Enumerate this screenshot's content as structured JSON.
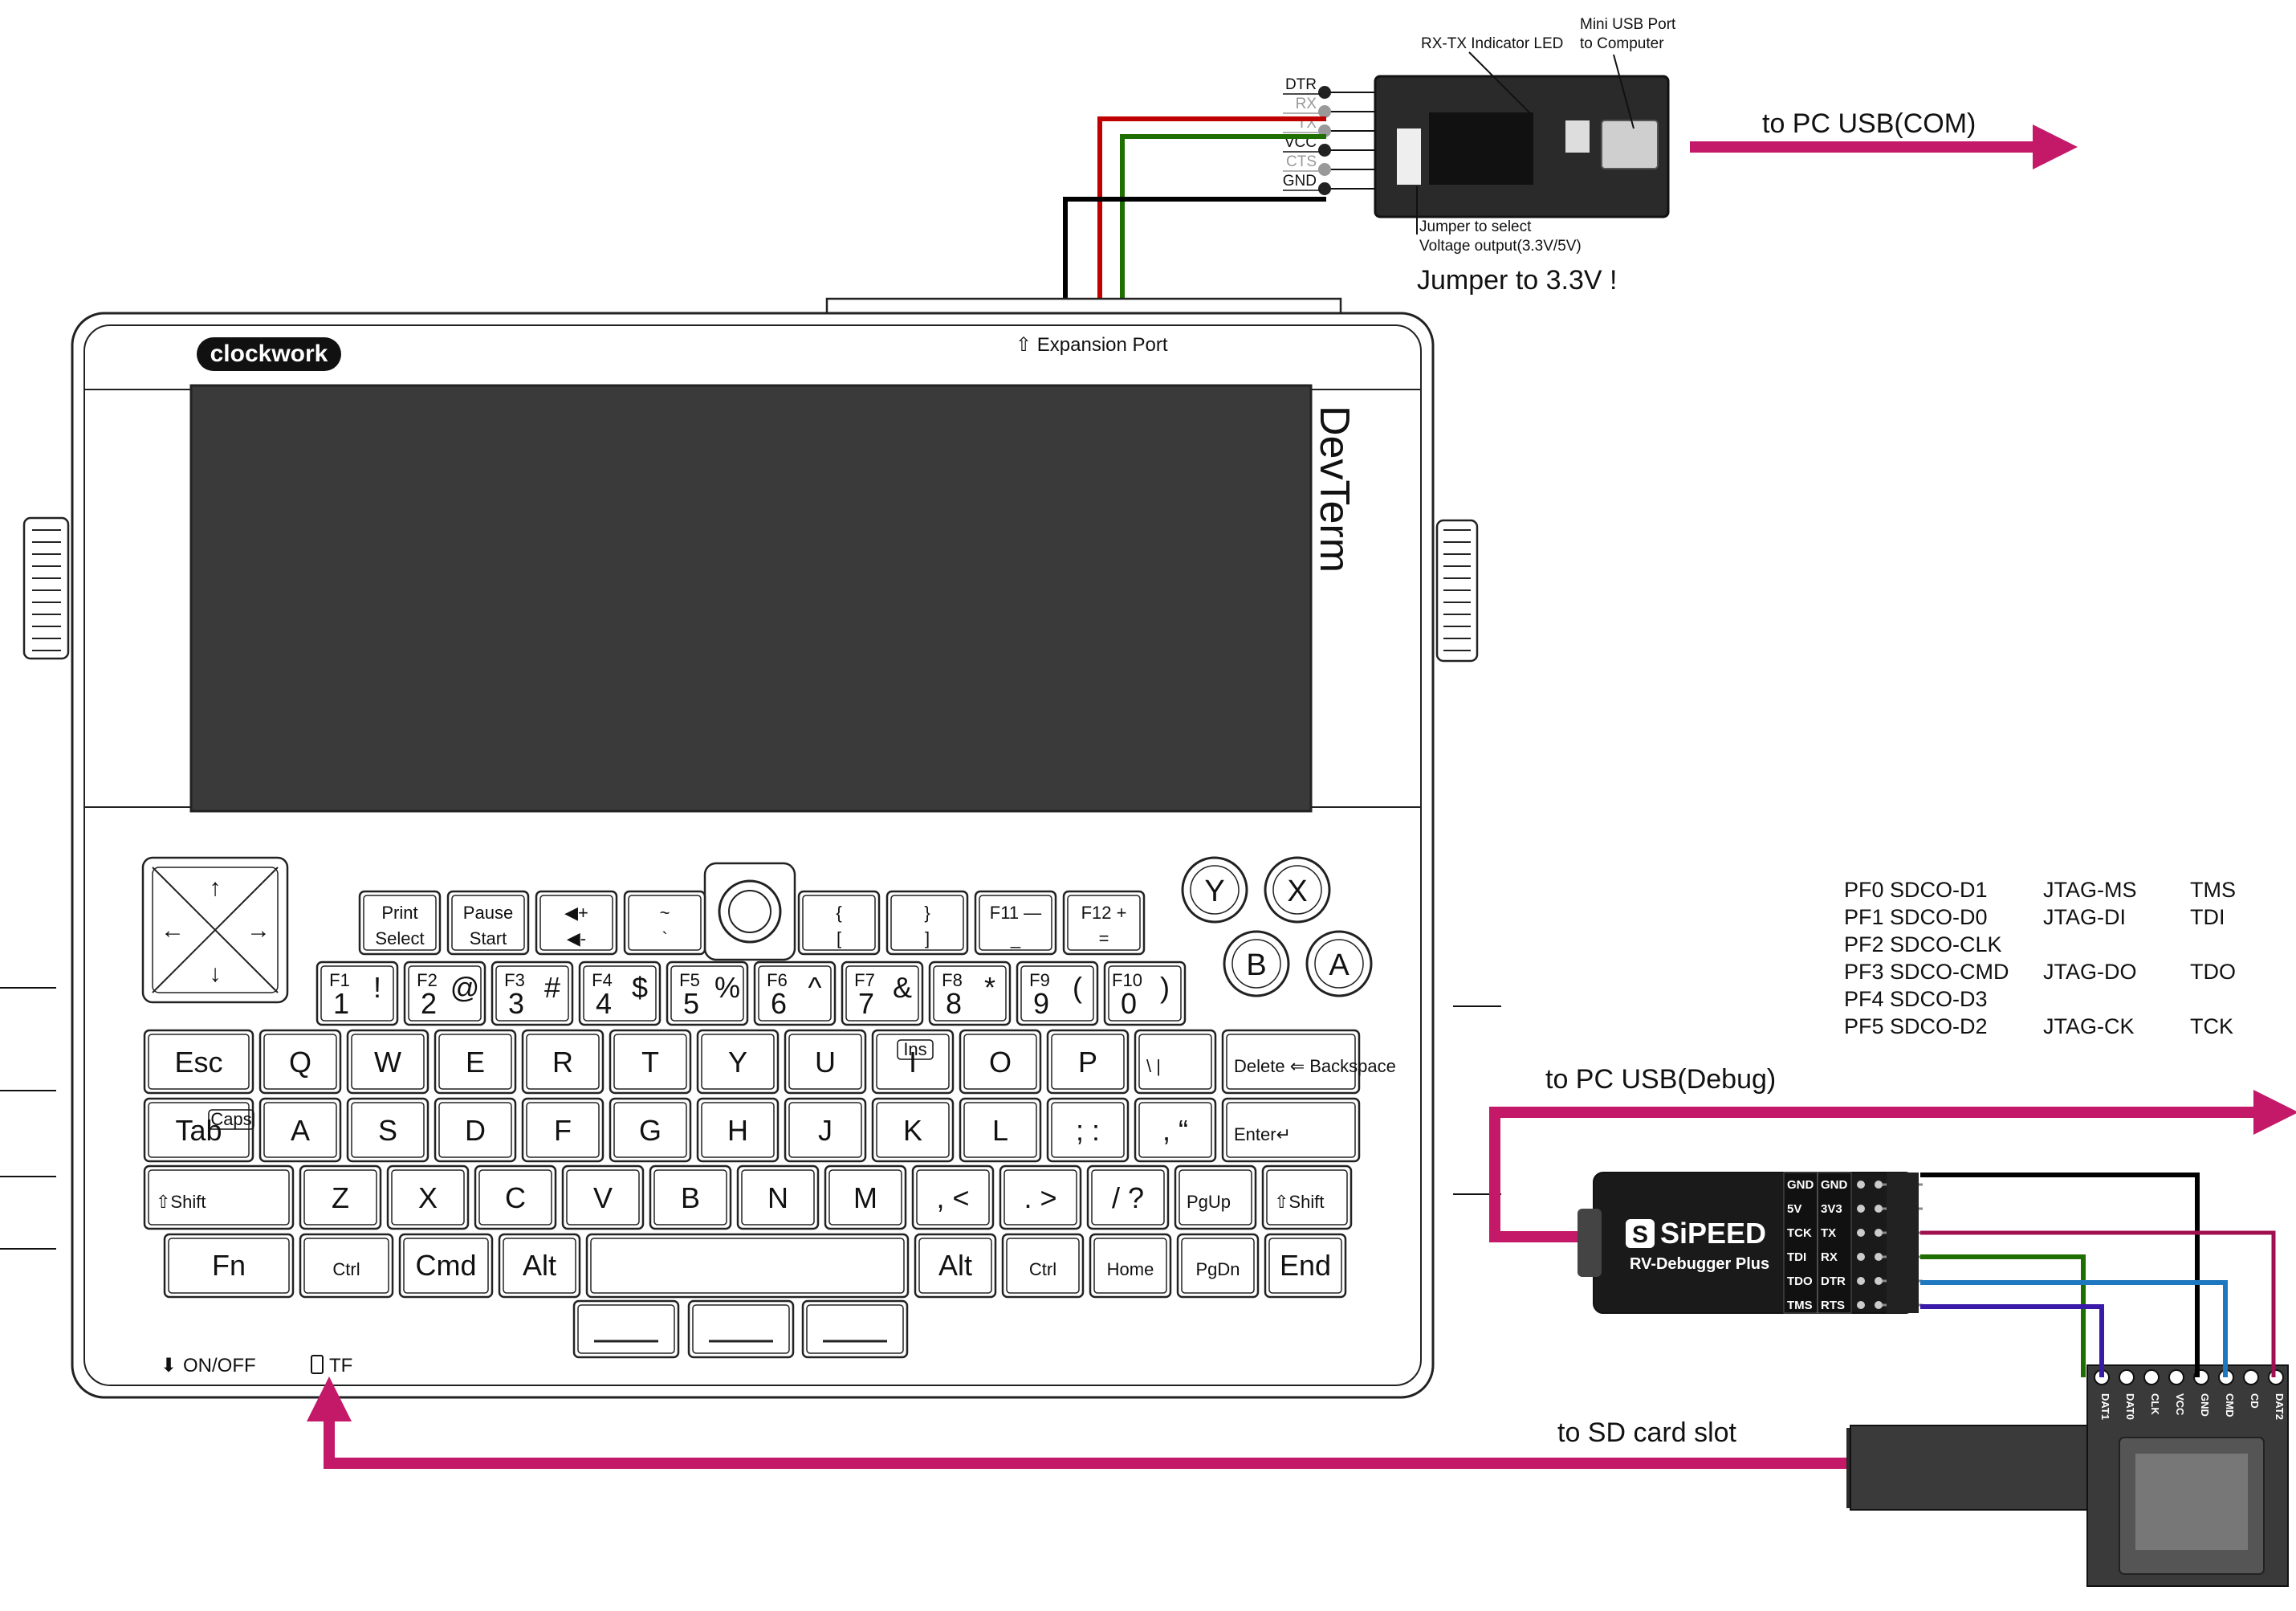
{
  "labels": {
    "rxtx_led": "RX-TX Indicator LED",
    "mini_usb_l1": "Mini USB Port",
    "mini_usb_l2": "to Computer",
    "jumper_l1": "Jumper to select",
    "jumper_l2": "Voltage output(3.3V/5V)",
    "jumper_note": "Jumper to  3.3V !",
    "to_pc_com": "to PC USB(COM)",
    "to_pc_debug": "to PC USB(Debug)",
    "to_sd": "to SD card slot",
    "expansion_port": "⇧ Expansion Port",
    "brand": "clockwork",
    "devterm": "DevTerm",
    "on_off": "ON/OFF",
    "tf": "TF",
    "sipeed": "SiPEED",
    "rv_debugger": "RV-Debugger Plus"
  },
  "ftdi_pins": [
    "DTR",
    "RX",
    "TX",
    "VCC",
    "CTS",
    "GND"
  ],
  "debugger_pins": [
    [
      "GND",
      "GND"
    ],
    [
      "5V",
      "3V3"
    ],
    [
      "TCK",
      "TX"
    ],
    [
      "TDI",
      "RX"
    ],
    [
      "TDO",
      "DTR"
    ],
    [
      "TMS",
      "RTS"
    ]
  ],
  "sd_pins": [
    "DAT1",
    "DAT0",
    "CLK",
    "VCC",
    "GND",
    "CMD",
    "CD",
    "DAT2"
  ],
  "pin_map": [
    [
      "PF0 SDCO-D1",
      "JTAG-MS",
      "TMS"
    ],
    [
      "PF1 SDCO-D0",
      "JTAG-DI",
      "TDI"
    ],
    [
      "PF2 SDCO-CLK",
      "",
      ""
    ],
    [
      "PF3 SDCO-CMD",
      "JTAG-DO",
      "TDO"
    ],
    [
      "PF4 SDCO-D3",
      "",
      ""
    ],
    [
      "PF5 SDCO-D2",
      "JTAG-CK",
      "TCK"
    ]
  ],
  "face_buttons": [
    "Y",
    "X",
    "B",
    "A"
  ],
  "keyboard": {
    "top_row": [
      {
        "top": "Print",
        "bottom": "Select"
      },
      {
        "top": "Pause",
        "bottom": "Start"
      },
      {
        "top": "◀+",
        "bottom": "◀-"
      },
      {
        "top": "~",
        "bottom": "`"
      },
      {
        "top": "{",
        "bottom": "["
      },
      {
        "top": "}",
        "bottom": "]"
      },
      {
        "top": "F11 —",
        "bottom": "_"
      },
      {
        "top": "F12 +",
        "bottom": "="
      }
    ],
    "num_row": [
      {
        "f": "F1",
        "n": "1",
        "s": "!"
      },
      {
        "f": "F2",
        "n": "2",
        "s": "@"
      },
      {
        "f": "F3",
        "n": "3",
        "s": "#"
      },
      {
        "f": "F4",
        "n": "4",
        "s": "$"
      },
      {
        "f": "F5",
        "n": "5",
        "s": "%"
      },
      {
        "f": "F6",
        "n": "6",
        "s": "^"
      },
      {
        "f": "F7",
        "n": "7",
        "s": "&"
      },
      {
        "f": "F8",
        "n": "8",
        "s": "*"
      },
      {
        "f": "F9",
        "n": "9",
        "s": "("
      },
      {
        "f": "F10",
        "n": "0",
        "s": ")"
      }
    ],
    "row_q": [
      "Esc",
      "Q",
      "W",
      "E",
      "R",
      "T",
      "Y",
      "U",
      "I",
      "O",
      "P",
      "\\  |",
      "Delete ⇐ Backspace"
    ],
    "row_a": [
      "Tab",
      "A",
      "S",
      "D",
      "F",
      "G",
      "H",
      "J",
      "K",
      "L",
      "; :",
      ", “",
      "Enter↵"
    ],
    "row_z": [
      "⇧Shift",
      "Z",
      "X",
      "C",
      "V",
      "B",
      "N",
      "M",
      ", <",
      ". >",
      "/ ?",
      "PgUp",
      "⇧Shift"
    ],
    "row_b": [
      "Fn",
      "Ctrl",
      "Cmd",
      "Alt",
      "",
      "Alt",
      "Ctrl",
      "Home",
      "PgDn",
      "End"
    ],
    "caps": "Caps",
    "ins": "Ins"
  }
}
